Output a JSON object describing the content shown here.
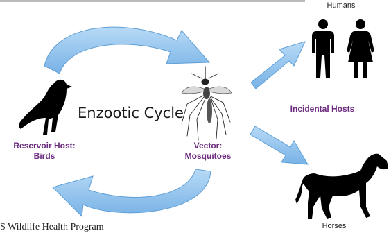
{
  "diagram": {
    "title": "Enzootic Cycle",
    "reservoir": {
      "line1": "Reservoir Host:",
      "line2": "Birds"
    },
    "vector": {
      "line1": "Vector:",
      "line2": "Mosquitoes"
    },
    "incidental_label": "Incidental Hosts",
    "humans_label": "Humans",
    "horses_label": "Horses",
    "credit": "S Wildlife Health Program"
  },
  "colors": {
    "arrow_fill": "#8ec2ec",
    "arrow_edge": "#5e9fd6",
    "label_purple": "#6b2a7e",
    "silhouette": "#000000"
  },
  "icons": [
    "bird-icon",
    "mosquito-icon",
    "man-icon",
    "woman-icon",
    "horse-icon"
  ]
}
